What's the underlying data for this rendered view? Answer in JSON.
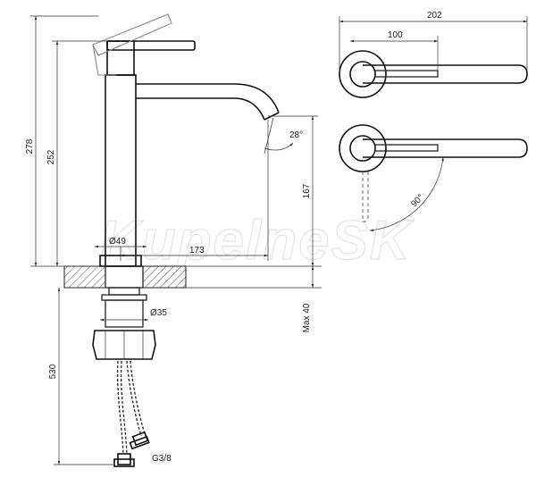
{
  "watermark": "KupelneSK",
  "dimensions": {
    "total_height": "278",
    "spout_height": "252",
    "spout_reach": "173",
    "outlet_clearance": "167",
    "base_diameter": "Ø49",
    "shank_diameter": "Ø35",
    "max_deck_thickness": "Max 40",
    "hose_length": "530",
    "hose_thread": "G3/8",
    "lever_angle_side": "28°",
    "lever_angle_top": "90°",
    "top_overall_length": "202",
    "top_lever_length": "100"
  },
  "colors": {
    "line": "#222222",
    "hatch": "#555555",
    "watermark": "#e4e4e4"
  }
}
